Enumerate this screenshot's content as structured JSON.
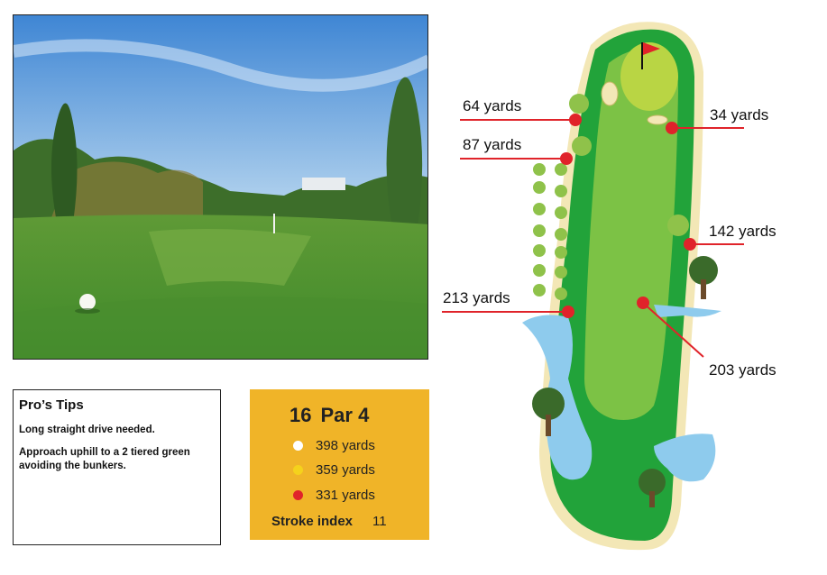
{
  "tips": {
    "title": "Pro’s Tips",
    "line1": "Long straight drive needed.",
    "line2": "Approach uphill to a 2 tiered green avoiding the bunkers."
  },
  "hole": {
    "number": "16",
    "par": "Par 4",
    "tees": [
      {
        "color": "#ffffff",
        "label": "398 yards"
      },
      {
        "color": "#f5d21c",
        "label": "359 yards"
      },
      {
        "color": "#e0232a",
        "label": "331 yards"
      }
    ],
    "stroke_label": "Stroke index",
    "stroke_value": "11"
  },
  "markers": [
    {
      "label": "64 yards"
    },
    {
      "label": "34 yards"
    },
    {
      "label": "87 yards"
    },
    {
      "label": "142 yards"
    },
    {
      "label": "213 yards"
    },
    {
      "label": "203 yards"
    }
  ],
  "colors": {
    "card": "#f0b428",
    "fairway": "#7cc245",
    "rough": "#22a33a",
    "marker": "#e0232a",
    "water": "#8ecbed"
  }
}
